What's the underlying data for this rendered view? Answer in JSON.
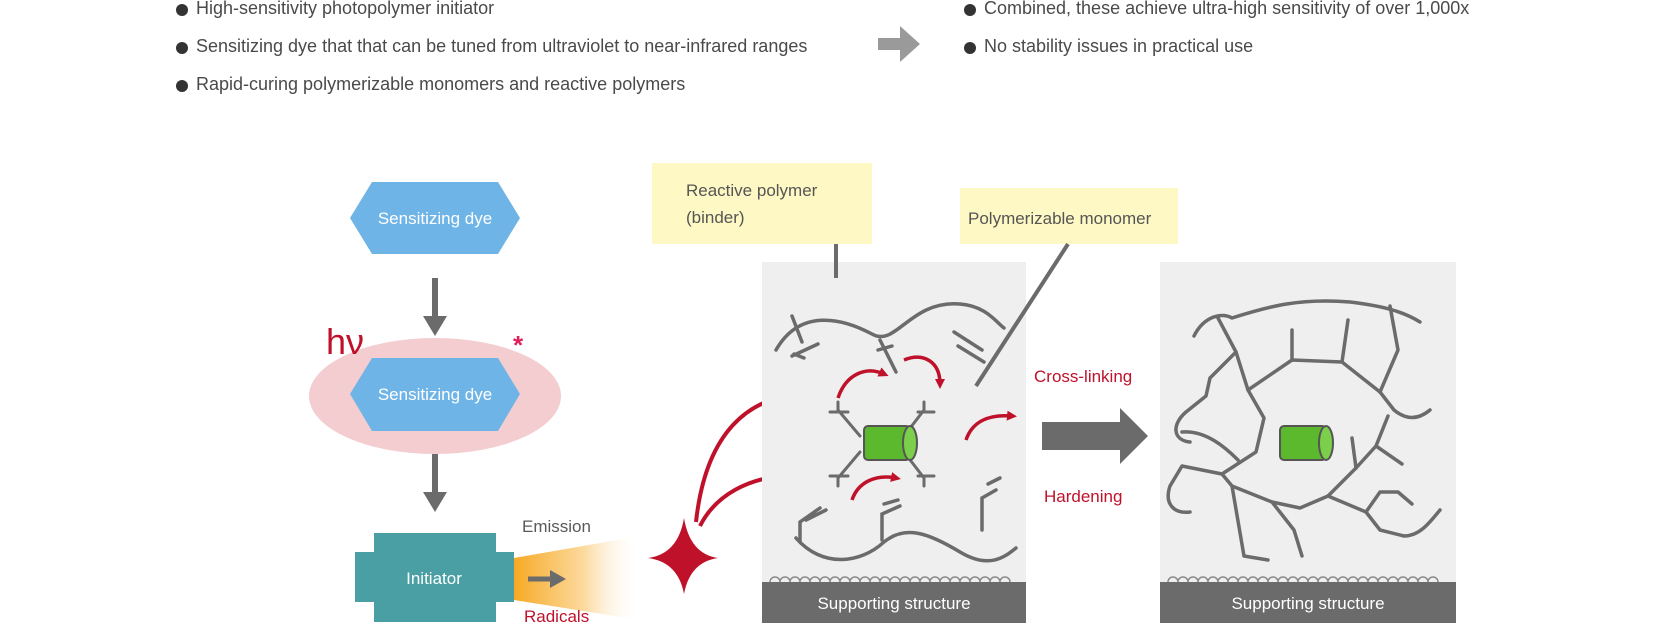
{
  "bullets_left": [
    "High-sensitivity photopolymer initiator",
    "Sensitizing dye that that can be tuned from ultraviolet to near-infrared ranges",
    "Rapid-curing polymerizable monomers and reactive polymers"
  ],
  "bullets_right": [
    "Combined, these achieve ultra-high sensitivity of over 1,000x",
    "No stability issues in practical use"
  ],
  "diagram": {
    "sensitizing_dye_top": "Sensitizing dye",
    "hv": "hν",
    "asterisk": "*",
    "sensitizing_dye_excited": "Sensitizing dye",
    "initiator": "Initiator",
    "emission": "Emission",
    "radicals": "Radicals",
    "reactive_polymer_line1": "Reactive polymer",
    "reactive_polymer_line2": "(binder)",
    "polymerizable_monomer": "Polymerizable monomer",
    "cross_linking": "Cross-linking",
    "hardening": "Hardening",
    "supporting_structure_left": "Supporting structure",
    "supporting_structure_right": "Supporting structure"
  },
  "colors": {
    "blue": "#6fb4e6",
    "pink": "#f4cdd0",
    "teal": "#4a9fa4",
    "red": "#c0112b",
    "gray": "#6b6b6b",
    "panel": "#efefef",
    "yellow": "#fdf8c4",
    "green": "#5cb82d"
  }
}
